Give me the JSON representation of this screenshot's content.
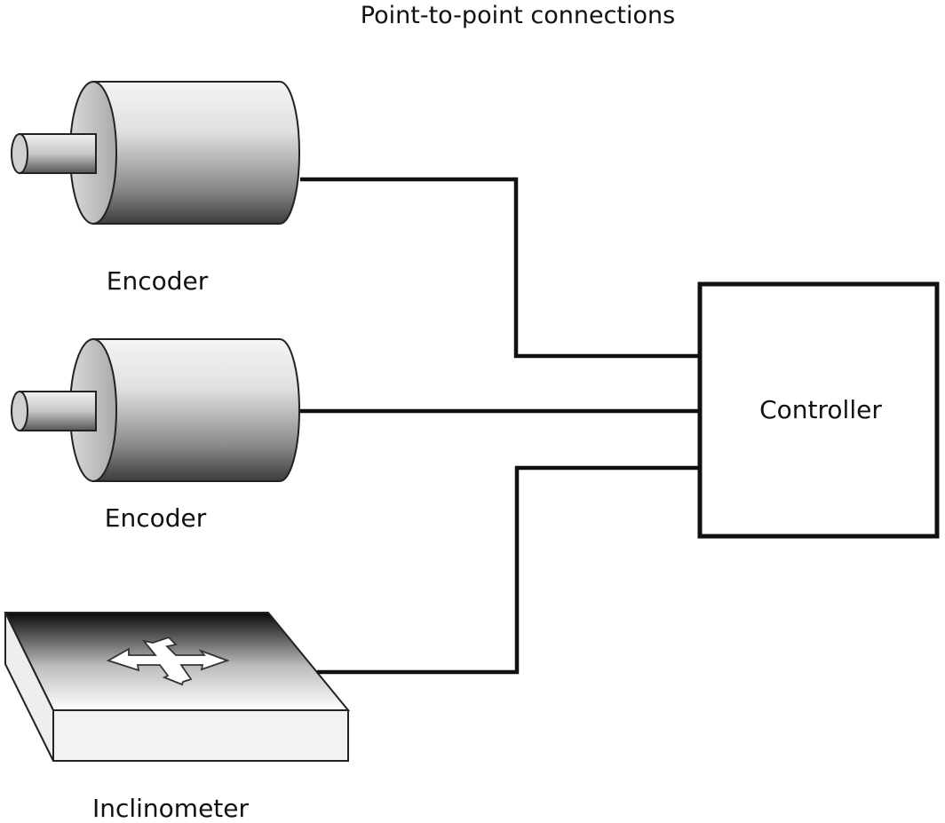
{
  "title": "Point-to-point connections",
  "nodes": [
    {
      "id": "encoder-1",
      "type": "encoder",
      "label": "Encoder"
    },
    {
      "id": "encoder-2",
      "type": "encoder",
      "label": "Encoder"
    },
    {
      "id": "inclinometer",
      "type": "inclinometer",
      "label": "Inclinometer"
    },
    {
      "id": "controller",
      "type": "controller",
      "label": "Controller"
    }
  ],
  "connections": [
    {
      "from": "encoder-1",
      "to": "controller"
    },
    {
      "from": "encoder-2",
      "to": "controller"
    },
    {
      "from": "inclinometer",
      "to": "controller"
    }
  ],
  "colors": {
    "line": "#111111",
    "background": "#ffffff"
  }
}
